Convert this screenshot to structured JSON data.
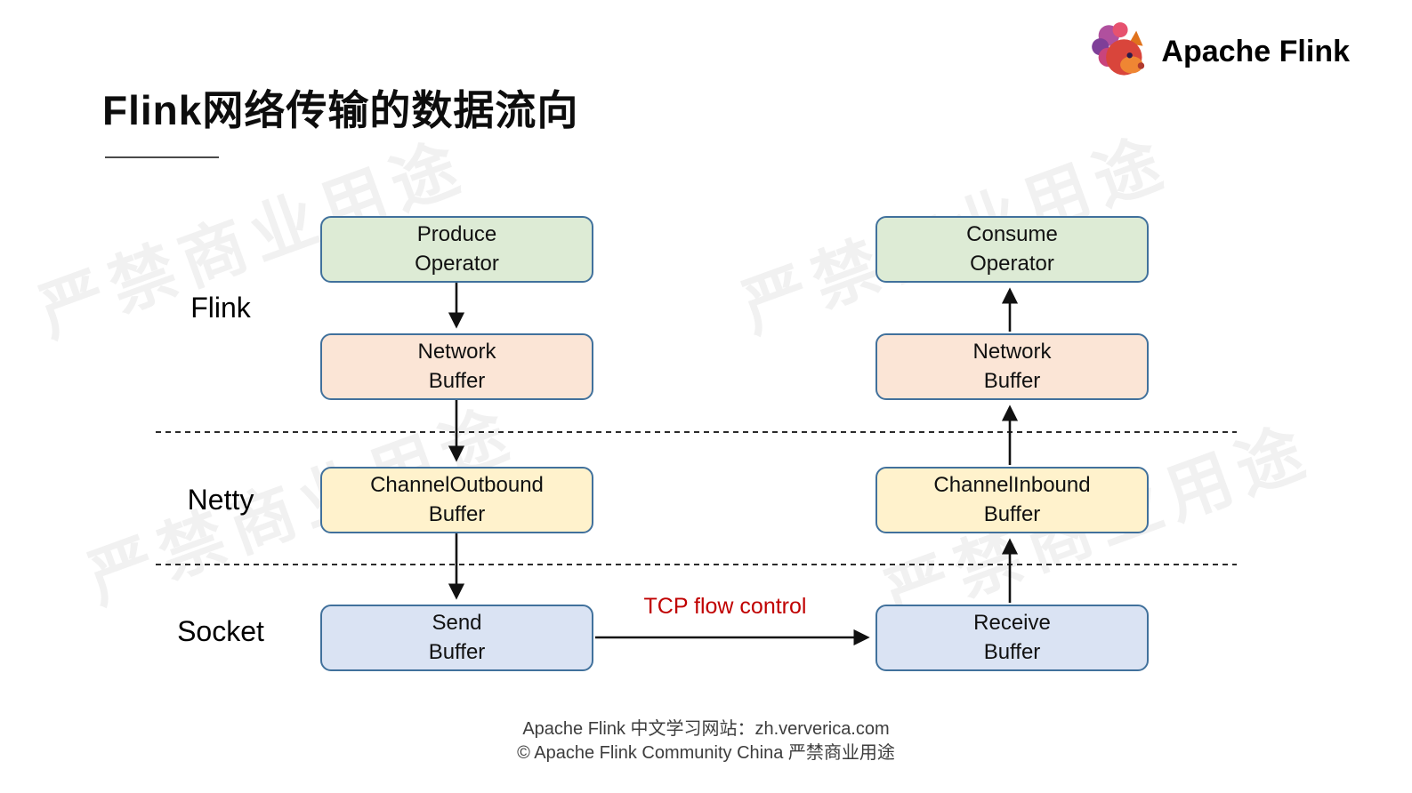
{
  "header": {
    "brand": "Apache Flink"
  },
  "title": "Flink网络传输的数据流向",
  "watermark_text": "严禁商业用途",
  "layers": {
    "flink": "Flink",
    "netty": "Netty",
    "socket": "Socket"
  },
  "nodes": {
    "produce_operator": {
      "line1": "Produce",
      "line2": "Operator"
    },
    "network_buffer_left": {
      "line1": "Network",
      "line2": "Buffer"
    },
    "channel_outbound_buffer": {
      "line1": "ChannelOutbound",
      "line2": "Buffer"
    },
    "send_buffer": {
      "line1": "Send",
      "line2": "Buffer"
    },
    "consume_operator": {
      "line1": "Consume",
      "line2": "Operator"
    },
    "network_buffer_right": {
      "line1": "Network",
      "line2": "Buffer"
    },
    "channel_inbound_buffer": {
      "line1": "ChannelInbound",
      "line2": "Buffer"
    },
    "receive_buffer": {
      "line1": "Receive",
      "line2": "Buffer"
    }
  },
  "labels": {
    "tcp_flow_control": "TCP flow control"
  },
  "footer": {
    "line1": "Apache Flink 中文学习网站：zh.ververica.com",
    "line2": "© Apache Flink Community China  严禁商业用途"
  },
  "colors": {
    "operator_fill": "#ddebd5",
    "network_fill": "#fbe5d6",
    "channel_fill": "#fff2cc",
    "socket_fill": "#dae3f3",
    "box_border": "#41719c",
    "tcp_label_color": "#c00000",
    "arrow_color": "#111111"
  }
}
